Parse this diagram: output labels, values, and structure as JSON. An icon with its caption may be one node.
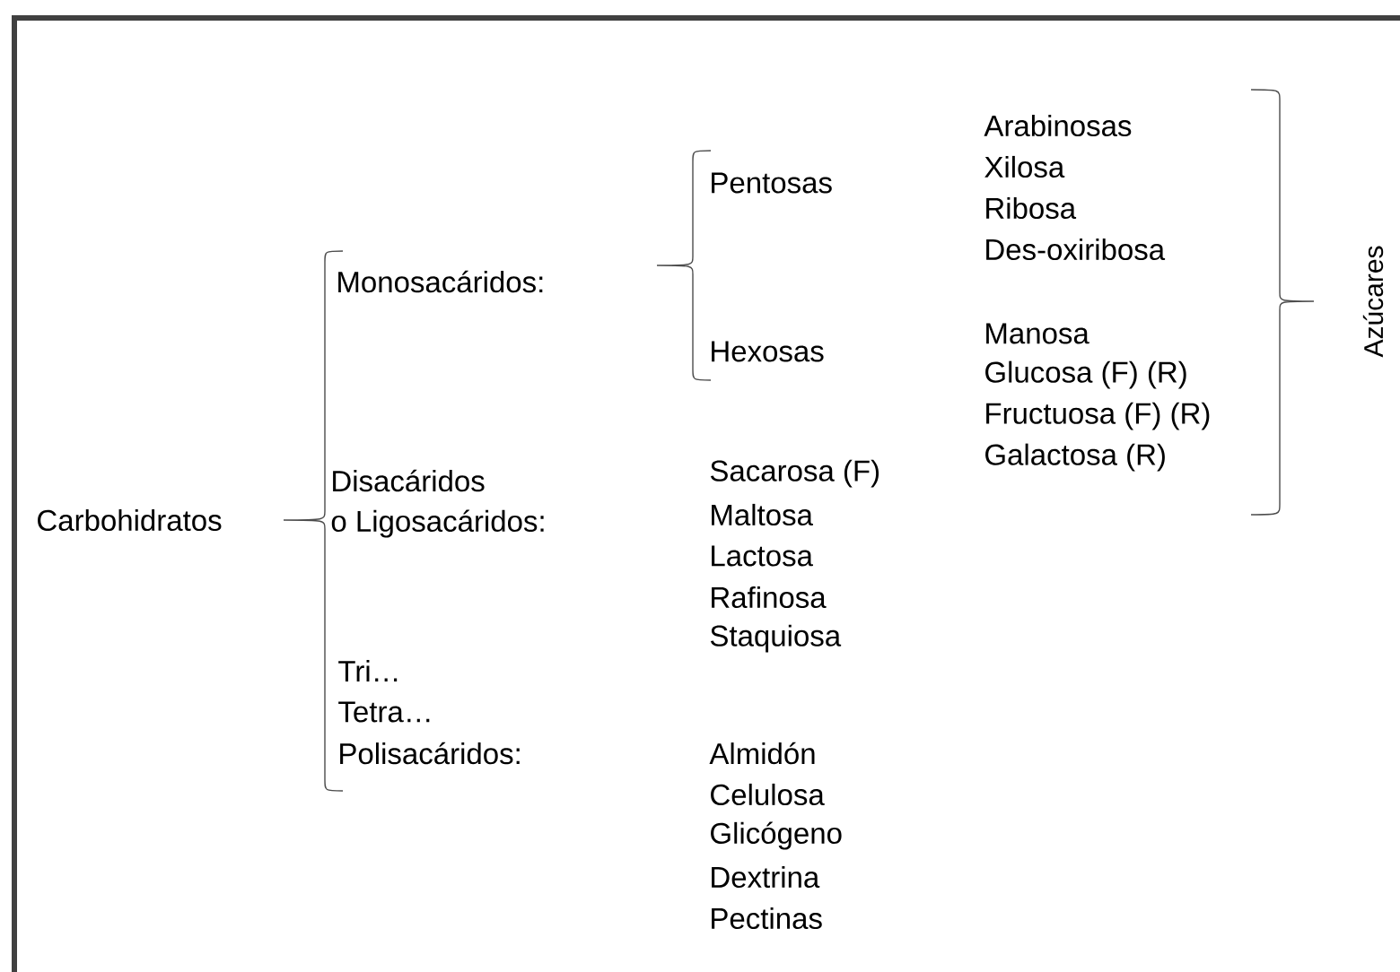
{
  "diagram": {
    "labels": [
      "Carbohidratos",
      "Monosacáridos:",
      "Disacáridos",
      "o Ligosacáridos:",
      "Tri…",
      "Tetra…",
      "Polisacáridos:",
      "Pentosas",
      "Hexosas",
      "Sacarosa (F)",
      "Maltosa",
      "Lactosa",
      "Rafinosa",
      "Staquiosa",
      "Almidón",
      "Celulosa",
      "Glicógeno",
      "Dextrina",
      "Pectinas",
      "Arabinosas",
      "Xilosa",
      "Ribosa",
      "Des-oxiribosa",
      "Manosa",
      "Glucosa (F) (R)",
      "Fructuosa (F) (R)",
      "Galactosa (R)",
      "Azúcares"
    ]
  }
}
